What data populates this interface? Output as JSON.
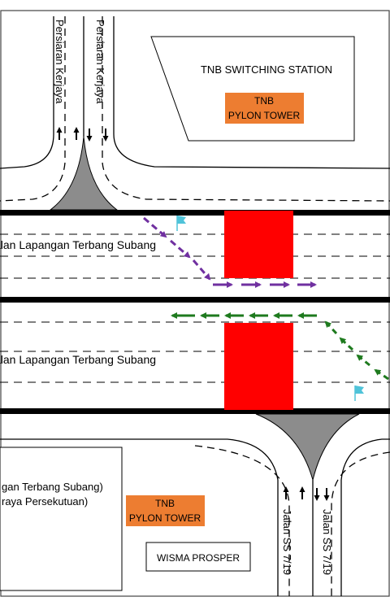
{
  "roads": {
    "upper_road_label": "Jalan Lapangan Terbang Subang",
    "lower_road_label": "Jalan Lapangan Terbang Subang",
    "north_side_road_left": "Persiaran Kerjaya",
    "north_side_road_right": "Persiaran Kerjaya",
    "south_side_road_left": "Jalan SS 7/19",
    "south_side_road_right": "Jalan SS 7/19"
  },
  "buildings": {
    "switching_station": "TNB SWITCHING STATION",
    "north_tower_line1": "TNB",
    "north_tower_line2": "PYLON TOWER",
    "south_tower_line1": "TNB",
    "south_tower_line2": "PYLON TOWER",
    "wisma": "WISMA PROSPER",
    "south_block_line1": "gan Terbang Subang)",
    "south_block_line2": "raya Persekutuan)"
  },
  "colors": {
    "work_zone": "#ff0000",
    "tower_box": "#ed7d31",
    "divert_upper": "#7030a0",
    "divert_lower": "#1e7a1e",
    "flag": "#4fc3d9",
    "island": "#8c8c8c"
  }
}
